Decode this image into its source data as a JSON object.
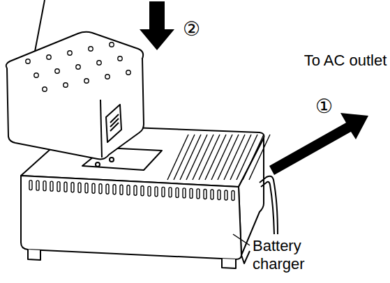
{
  "diagram": {
    "labels": [
      "②",
      "To AC outlet",
      "①",
      "Battery charger"
    ]
  }
}
